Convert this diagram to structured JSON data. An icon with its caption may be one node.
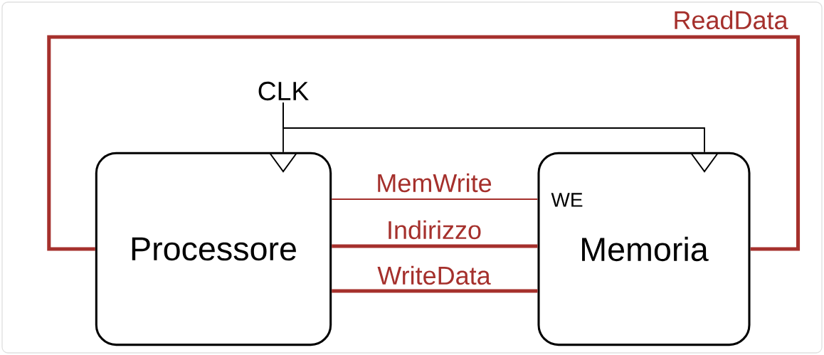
{
  "diagram": {
    "nodes": [
      {
        "text": [
          "Processore"
        ]
      },
      {
        "text": [
          "Memoria"
        ]
      },
      {
        "text": [
          "CLK"
        ]
      }
    ],
    "edges": [
      {
        "from": 1,
        "to": 0,
        "arrow": "none",
        "label": "ReadData",
        "style": "thick"
      },
      {
        "from": 2,
        "to": 0,
        "arrow": "none",
        "color": "#000000"
      },
      {
        "from": 2,
        "to": 1,
        "arrow": "none",
        "color": "#000000"
      },
      {
        "from": 0,
        "to": 1,
        "arrow": "none",
        "label": "MemWrite"
      },
      {
        "from": 0,
        "to": 1,
        "arrow": "none",
        "label": "Indirizzo",
        "style": "thick"
      },
      {
        "from": 0,
        "to": 1,
        "arrow": "none",
        "label": "WriteData",
        "style": "thick"
      }
    ],
    "labels": [
      "WE"
    ]
  }
}
